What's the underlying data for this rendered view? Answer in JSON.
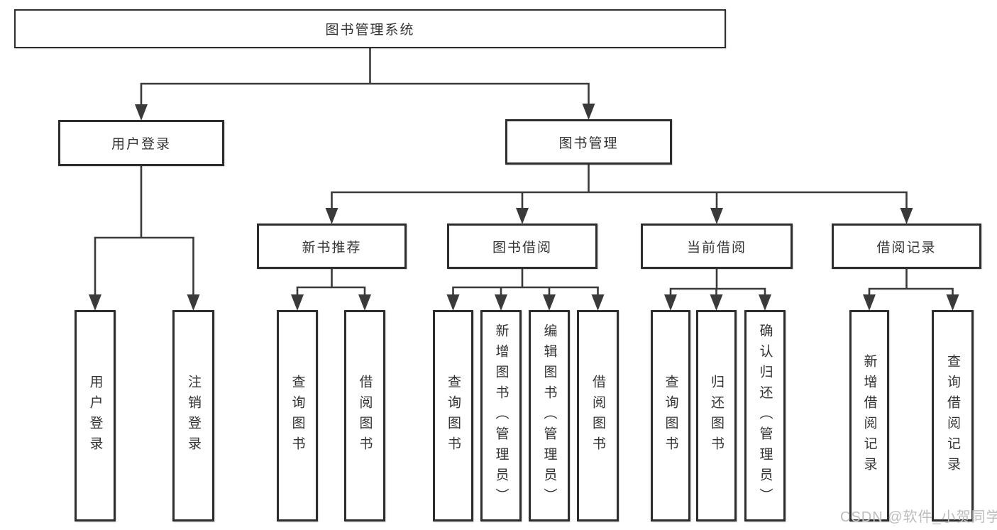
{
  "diagram": {
    "watermark": "CSDN @软件_小贺同学",
    "colors": {
      "line": "#3a3a3a",
      "box_border": "#2d2d2d",
      "text": "#333333",
      "watermark": "#bdbdbd",
      "background": "#ffffff"
    },
    "nodes": {
      "root": {
        "label": "图书管理系统"
      },
      "user_login": {
        "label": "用户登录"
      },
      "book_mgmt": {
        "label": "图书管理"
      },
      "new_books": {
        "label": "新书推荐"
      },
      "book_borrow": {
        "label": "图书借阅"
      },
      "current_borrow": {
        "label": "当前借阅"
      },
      "borrow_records": {
        "label": "借阅记录"
      },
      "leaf_user_login": {
        "label": "用户登录"
      },
      "leaf_logout": {
        "label": "注销登录"
      },
      "leaf_nb_query": {
        "label": "查询图书"
      },
      "leaf_nb_borrow": {
        "label": "借阅图书"
      },
      "leaf_bb_query": {
        "label": "查询图书"
      },
      "leaf_bb_add": {
        "label": "新增图书（管理员）"
      },
      "leaf_bb_edit": {
        "label": "编辑图书（管理员）"
      },
      "leaf_bb_borrow": {
        "label": "借阅图书"
      },
      "leaf_cb_query": {
        "label": "查询图书"
      },
      "leaf_cb_return": {
        "label": "归还图书"
      },
      "leaf_cb_confirm": {
        "label": "确认归还（管理员）"
      },
      "leaf_br_add": {
        "label": "新增借阅记录"
      },
      "leaf_br_query": {
        "label": "查询借阅记录"
      }
    }
  }
}
